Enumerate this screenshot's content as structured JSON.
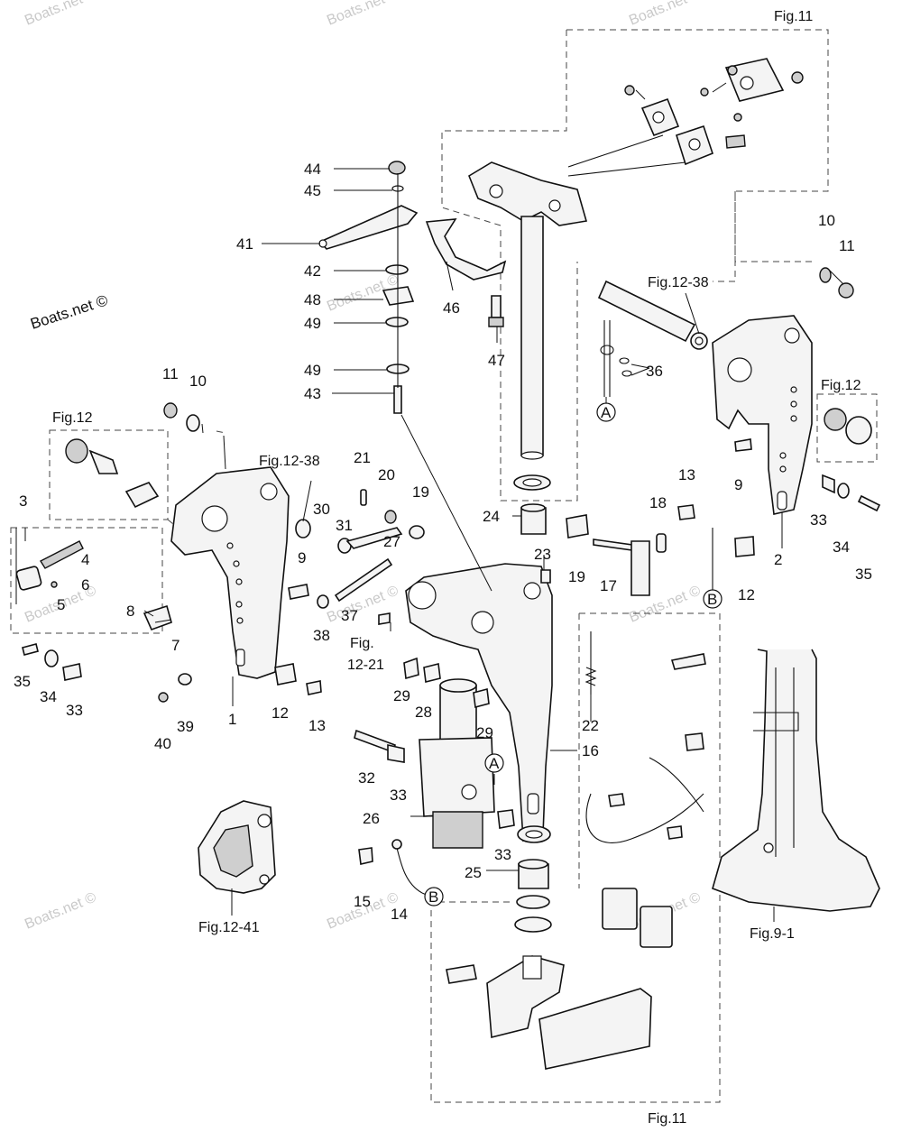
{
  "watermarks": {
    "copyright": "Boats.net ©",
    "faint": "Boats.net ©"
  },
  "figure_refs": {
    "fig11_top": "Fig.11",
    "fig11_bottom": "Fig.11",
    "fig12_left": "Fig.12",
    "fig12_right": "Fig.12",
    "fig12_38_left": "Fig.12-38",
    "fig12_38_right": "Fig.12-38",
    "fig12_21_a": "Fig.",
    "fig12_21_b": "12-21",
    "fig12_41": "Fig.12-41",
    "fig9_1": "Fig.9-1"
  },
  "circle_labels": {
    "a": "A",
    "b": "B"
  },
  "callouts": {
    "p1": "1",
    "p2": "2",
    "p3": "3",
    "p4": "4",
    "p5": "5",
    "p6": "6",
    "p7": "7",
    "p8": "8",
    "p9a": "9",
    "p9b": "9",
    "p10a": "10",
    "p10b": "10",
    "p11a": "11",
    "p11b": "11",
    "p12a": "12",
    "p12b": "12",
    "p13a": "13",
    "p13b": "13",
    "p14": "14",
    "p15": "15",
    "p16": "16",
    "p17": "17",
    "p18": "18",
    "p19a": "19",
    "p19b": "19",
    "p20": "20",
    "p21": "21",
    "p22": "22",
    "p23": "23",
    "p24": "24",
    "p25": "25",
    "p26": "26",
    "p27": "27",
    "p28": "28",
    "p29a": "29",
    "p29b": "29",
    "p30": "30",
    "p31": "31",
    "p32": "32",
    "p33a": "33",
    "p33b": "33",
    "p33c": "33",
    "p33d": "33",
    "p34a": "34",
    "p34b": "34",
    "p35a": "35",
    "p35b": "35",
    "p36": "36",
    "p37": "37",
    "p38": "38",
    "p39": "39",
    "p40": "40",
    "p41": "41",
    "p42": "42",
    "p43": "43",
    "p44": "44",
    "p45": "45",
    "p46": "46",
    "p47": "47",
    "p48": "48",
    "p49a": "49",
    "p49b": "49"
  }
}
